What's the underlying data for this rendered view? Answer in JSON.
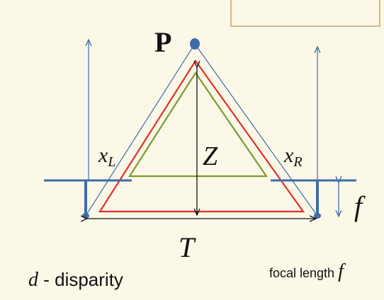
{
  "labels": {
    "point": "P",
    "depth": "Z",
    "baseline": "T",
    "focal": "f",
    "left_coord_base": "x",
    "left_coord_sub": "L",
    "right_coord_base": "x",
    "right_coord_sub": "R",
    "disparity_var": "d",
    "disparity_text": " - disparity",
    "focal_caption_text": "focal length ",
    "focal_caption_var": "f"
  },
  "colors": {
    "background": "#fbf8e8",
    "blue": "#3f6ba8",
    "red": "#e0302a",
    "green": "#7a9a32",
    "dark": "#111111"
  }
}
